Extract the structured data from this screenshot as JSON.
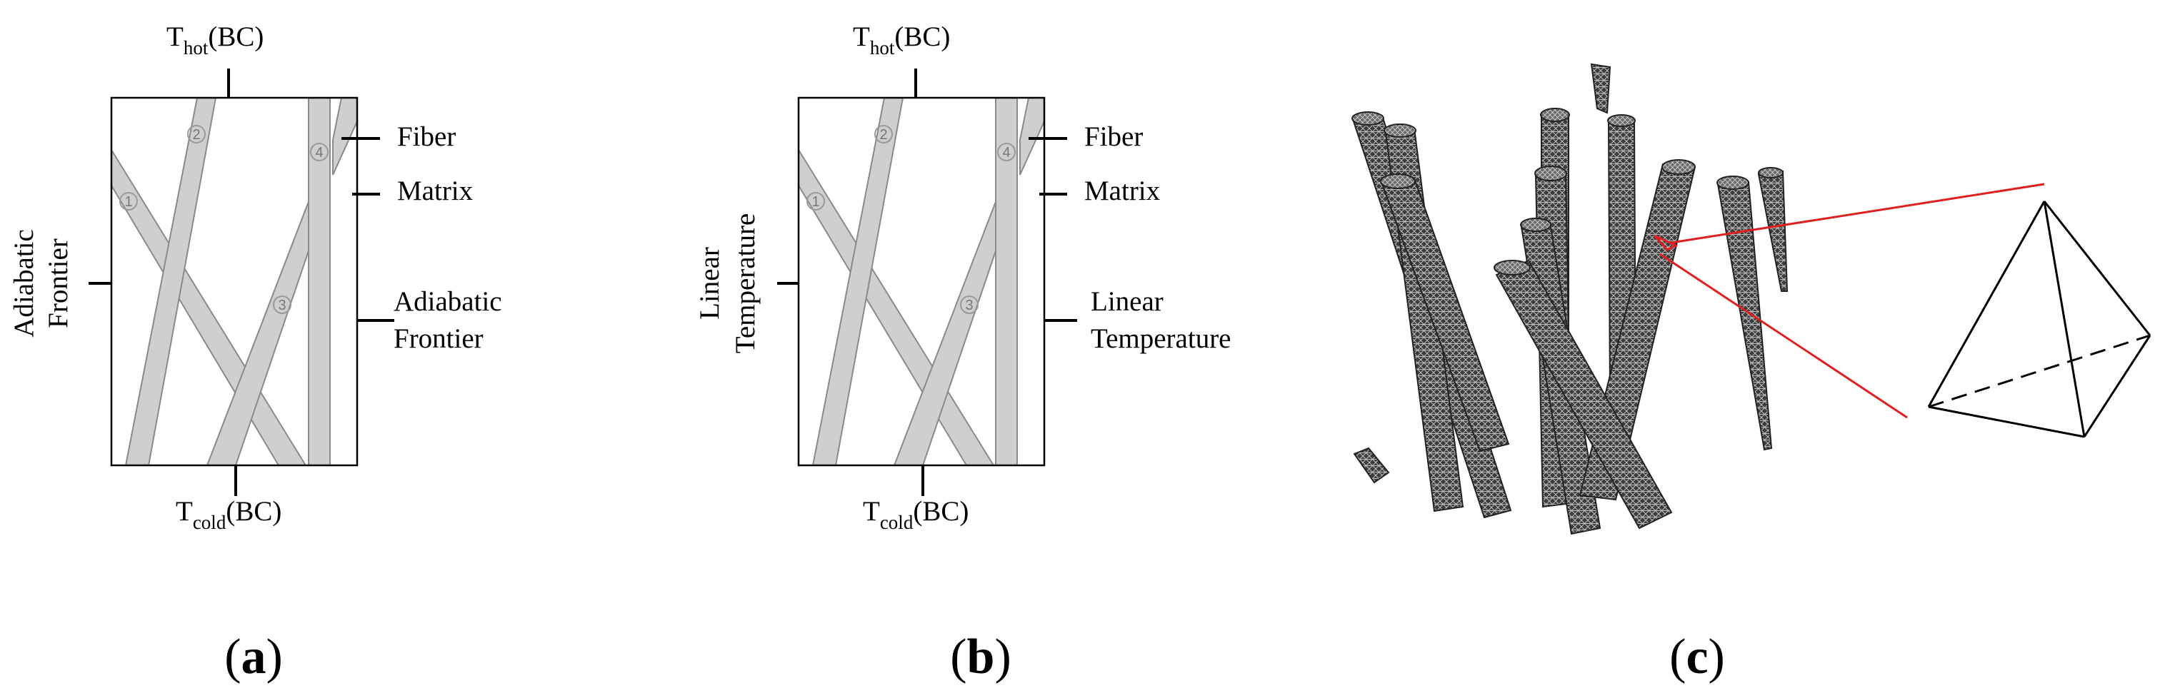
{
  "panel_a": {
    "top_label_main": "T",
    "top_label_sub": "hot",
    "top_label_suffix": "(BC)",
    "bottom_label_main": "T",
    "bottom_label_sub": "cold",
    "bottom_label_suffix": "(BC)",
    "left_label_line1": "Adiabatic",
    "left_label_line2": "Frontier",
    "right_fiber": "Fiber",
    "right_matrix": "Matrix",
    "right_bc_line1": "Adiabatic",
    "right_bc_line2": "Frontier",
    "fiber_numbers": [
      "1",
      "2",
      "3",
      "4"
    ],
    "caption_open": "(",
    "caption_letter": "a",
    "caption_close": ")"
  },
  "panel_b": {
    "top_label_main": "T",
    "top_label_sub": "hot",
    "top_label_suffix": "(BC)",
    "bottom_label_main": "T",
    "bottom_label_sub": "cold",
    "bottom_label_suffix": "(BC)",
    "left_label_line1": "Linear",
    "left_label_line2": "Temperature",
    "right_fiber": "Fiber",
    "right_matrix": "Matrix",
    "right_bc_line1": "Linear",
    "right_bc_line2": "Temperature",
    "fiber_numbers": [
      "1",
      "2",
      "3",
      "4"
    ],
    "caption_open": "(",
    "caption_letter": "b",
    "caption_close": ")"
  },
  "panel_c": {
    "caption_open": "(",
    "caption_letter": "c",
    "caption_close": ")"
  },
  "colors": {
    "fiber_fill": "#cfcfcf",
    "mesh_fill": "#4a4a4a",
    "zoom_line": "#e02020"
  }
}
